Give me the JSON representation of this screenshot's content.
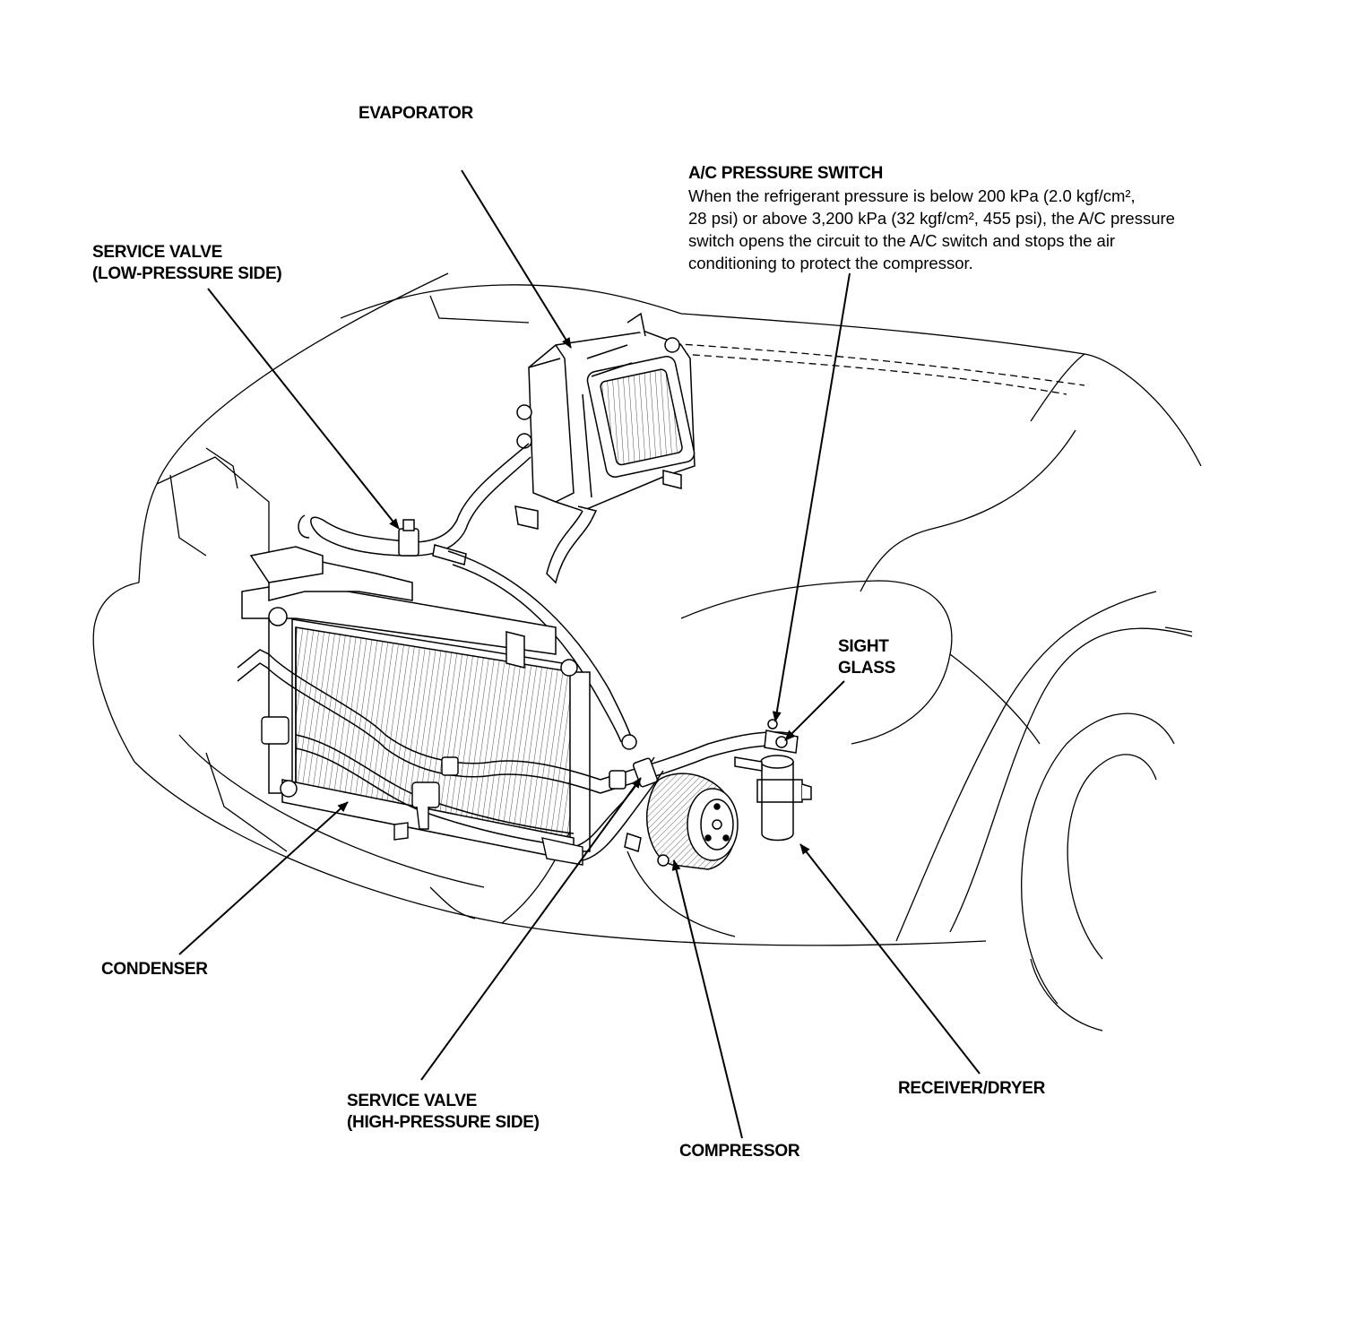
{
  "labels": {
    "evaporator": "EVAPORATOR",
    "ac_pressure_switch": {
      "title": "A/C PRESSURE SWITCH",
      "lines": [
        "When the refrigerant pressure is below 200 kPa (2.0 kgf/cm², ",
        "28 psi) or above 3,200 kPa (32 kgf/cm², 455 psi), the A/C pressure",
        "switch opens the circuit to the A/C switch and stops the air",
        "conditioning to protect the compressor."
      ]
    },
    "service_valve_low": [
      "SERVICE VALVE",
      "(LOW-PRESSURE SIDE)"
    ],
    "sight_glass": [
      "SIGHT",
      "GLASS"
    ],
    "condenser": "CONDENSER",
    "service_valve_high": [
      "SERVICE VALVE",
      "(HIGH-PRESSURE SIDE)"
    ],
    "compressor": "COMPRESSOR",
    "receiver_dryer": "RECEIVER/DRYER"
  },
  "colors": {
    "line": "#000000",
    "background": "#ffffff"
  }
}
